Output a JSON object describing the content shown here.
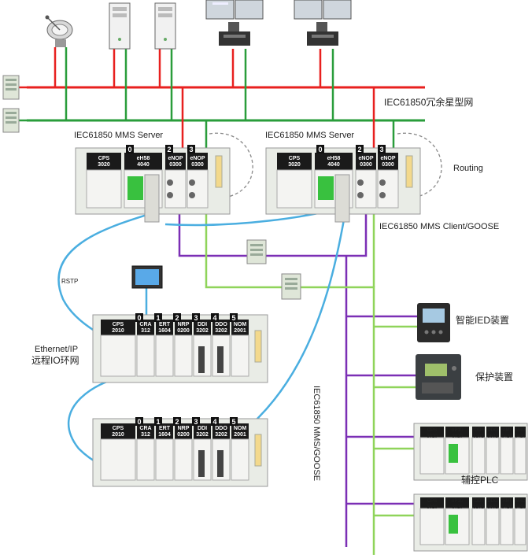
{
  "labels": {
    "ring_network": "IEC61850冗余星型网",
    "mms_server_left": "IEC61850 MMS Server",
    "mms_server_right": "IEC61850 MMS Server",
    "routing": "Routing",
    "mms_client_goose": "IEC61850 MMS Client/GOOSE",
    "rstp": "RSTP",
    "ethernet_ip_line1": "Ethernet/IP",
    "ethernet_ip_line2": "远程IO环网",
    "mms_goose_vertical": "IEC61850 MMS/GOOSE",
    "smart_ied": "智能IED装置",
    "protection": "保护装置",
    "aux_plc": "辅控PLC"
  },
  "racks": {
    "server_modules": [
      "CPS\n3020",
      "eH58\n4040",
      "eNOP\n0300",
      "eNOP\n0300"
    ],
    "server_slots": [
      "0",
      "2",
      "3"
    ],
    "io_modules": [
      "CPS\n2010",
      "CRA\n312",
      "ERT\n1604",
      "NRP\n0200",
      "DDI\n3202",
      "DDO\n3202",
      "NOM\n2001"
    ],
    "io_slots": [
      "0",
      "1",
      "2",
      "3",
      "4",
      "5"
    ],
    "plc_modules": [
      "CPS\n3020",
      "nP10\n3020",
      "DDI\n3202",
      "DDO\n3602",
      "AMI\n0420",
      "AMO\n0420"
    ]
  },
  "colors": {
    "red_bus": "#e8201f",
    "green_bus": "#2a9d3b",
    "purple_bus": "#7b2fb5",
    "light_green": "#8fd45a",
    "cyan_ring": "#4aaee0",
    "module_dark": "#1a1a1a"
  }
}
